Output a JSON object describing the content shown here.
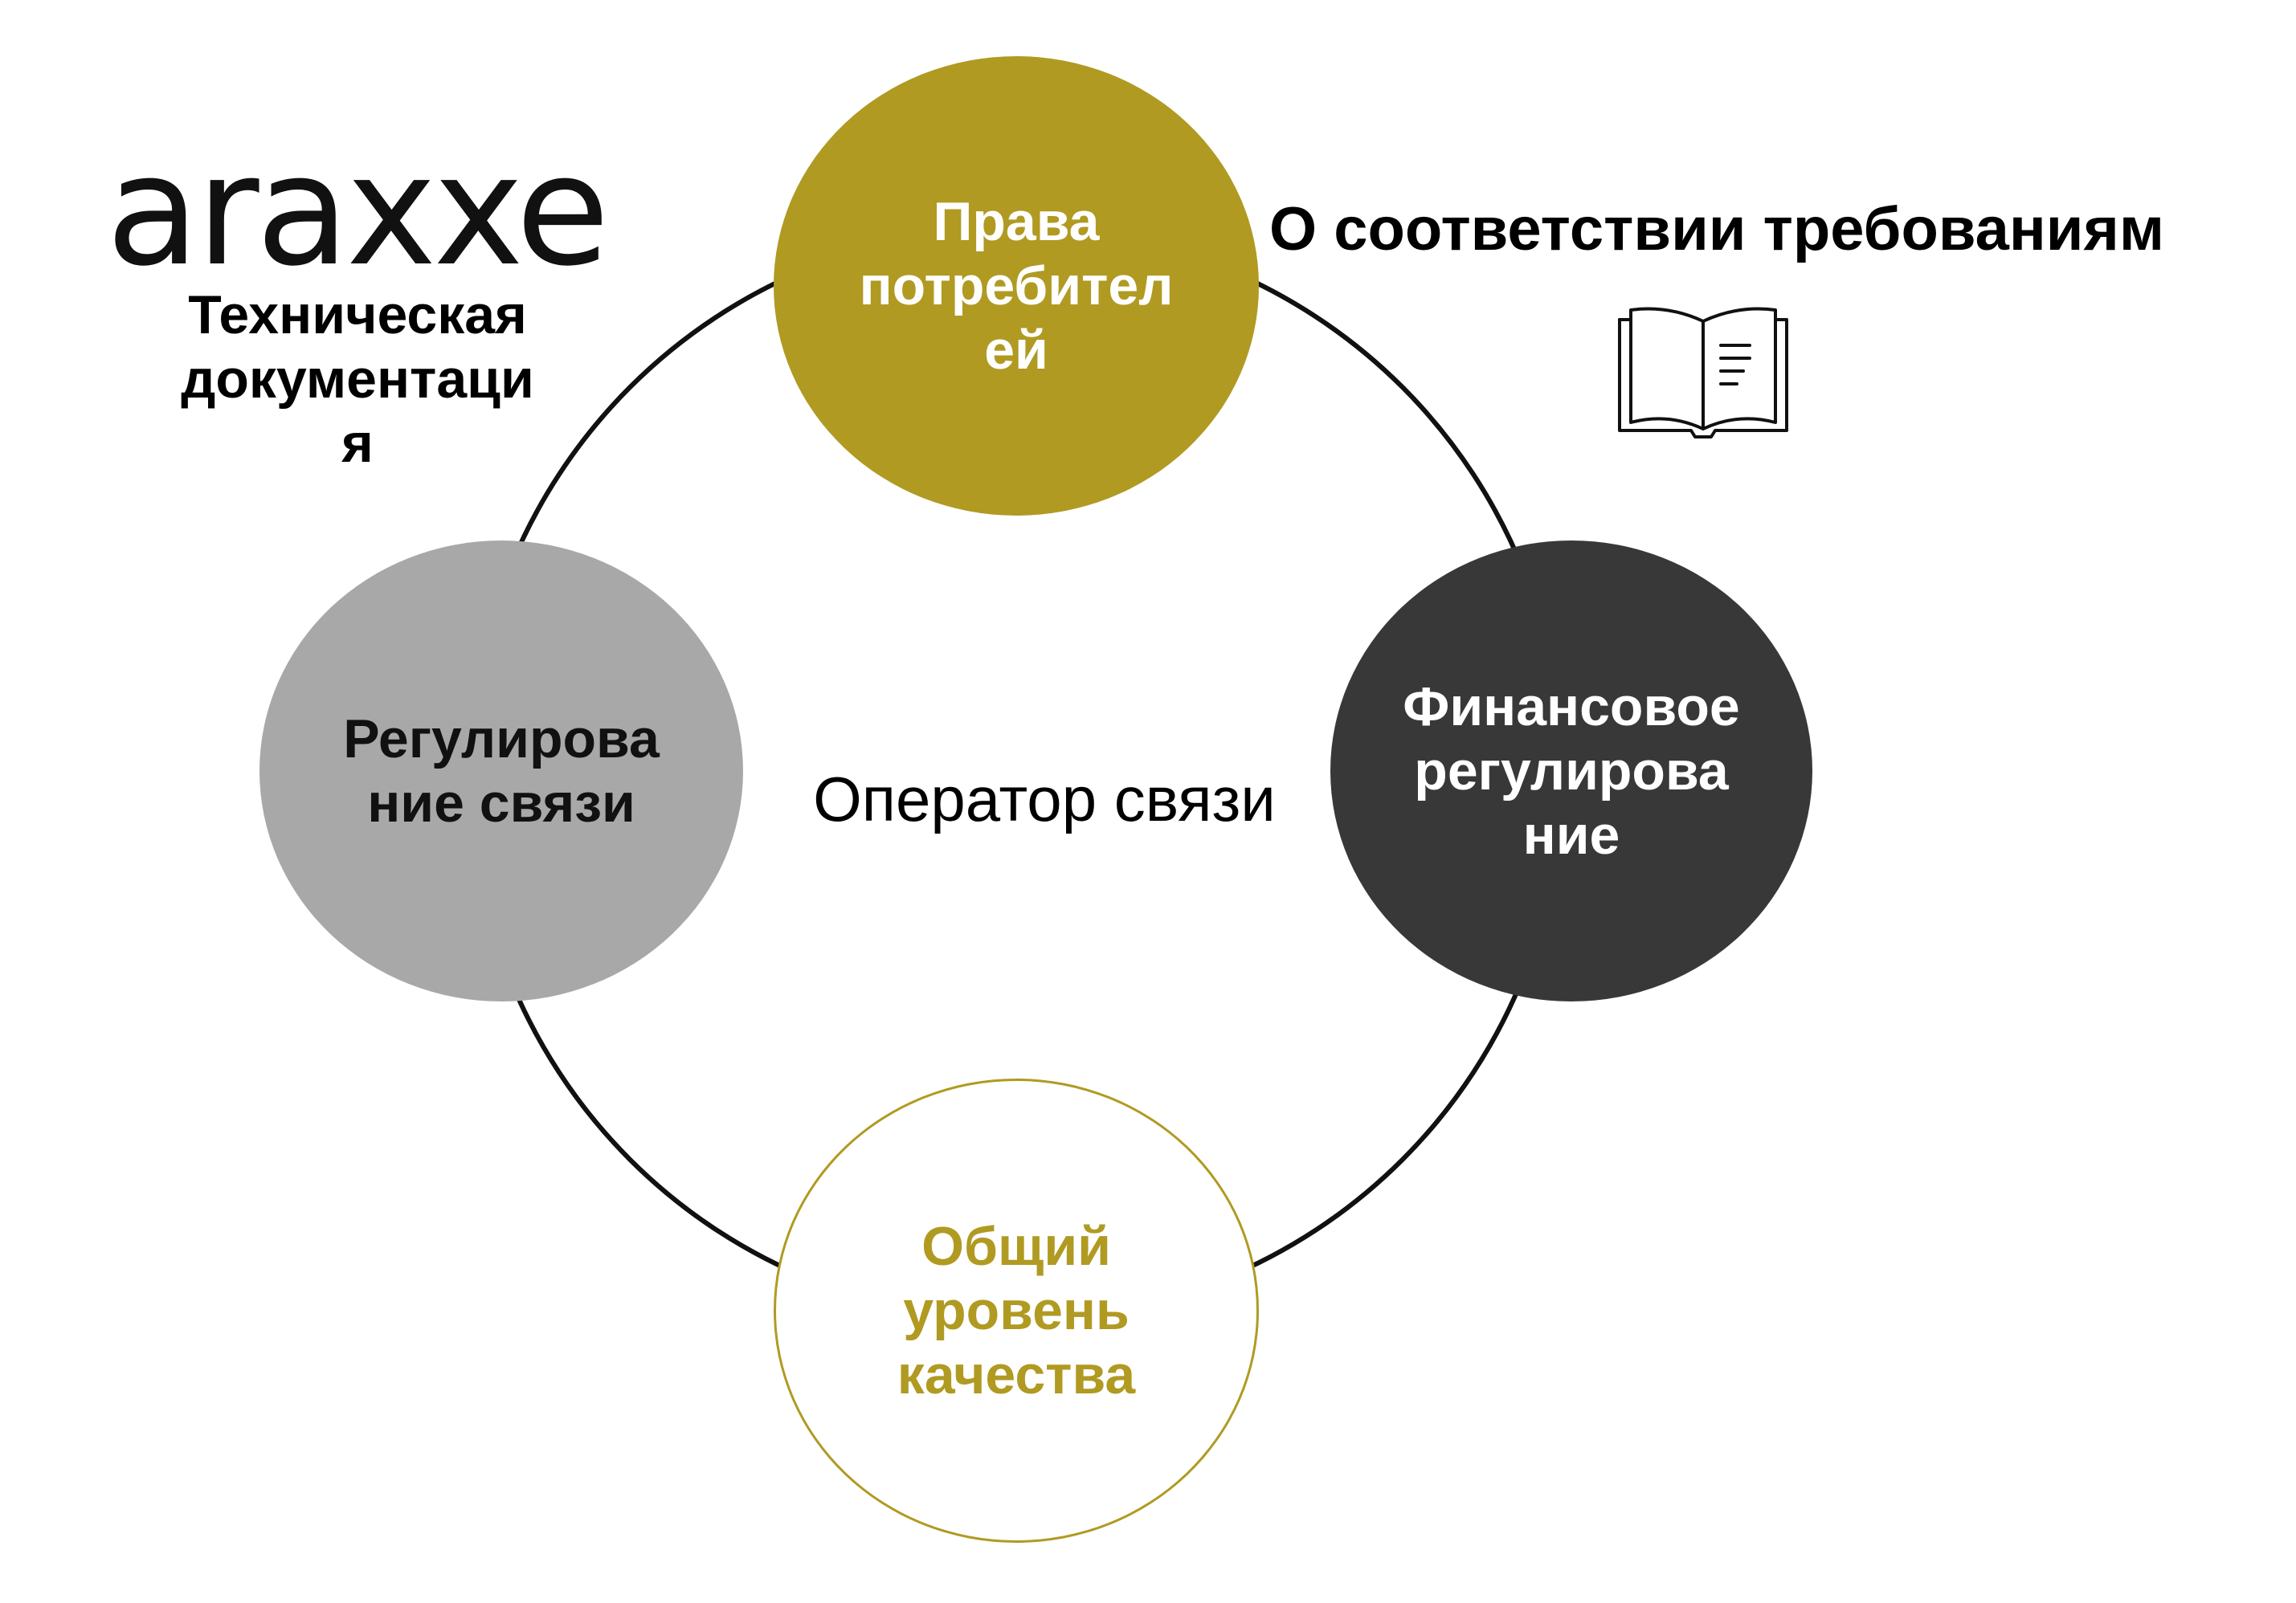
{
  "logo": {
    "text": "araxxe"
  },
  "sidebar_note": {
    "text": "Техническая\nдокументаци\nя"
  },
  "compliance": {
    "title": "О соответствии требованиям",
    "icon": "open-book-document-icon"
  },
  "center": {
    "label": "Оператор связи"
  },
  "nodes": [
    {
      "id": "top",
      "label": "Права\nпотребител\nей",
      "fill": "#B09A22",
      "text_color": "#FFFFFF"
    },
    {
      "id": "left",
      "label": "Регулирова\nние связи",
      "fill": "#A8A8A8",
      "text_color": "#111111"
    },
    {
      "id": "right",
      "label": "Финансовое\nрегулирова\nние",
      "fill": "#383838",
      "text_color": "#FFFFFF"
    },
    {
      "id": "bottom",
      "label": "Общий\nуровень\nкачества",
      "fill": "#FFFFFF",
      "border": "#B09A22",
      "text_color": "#B09A22"
    }
  ],
  "colors": {
    "ring": "#111111",
    "gold": "#B09A22",
    "gray": "#A8A8A8",
    "dark": "#383838"
  }
}
